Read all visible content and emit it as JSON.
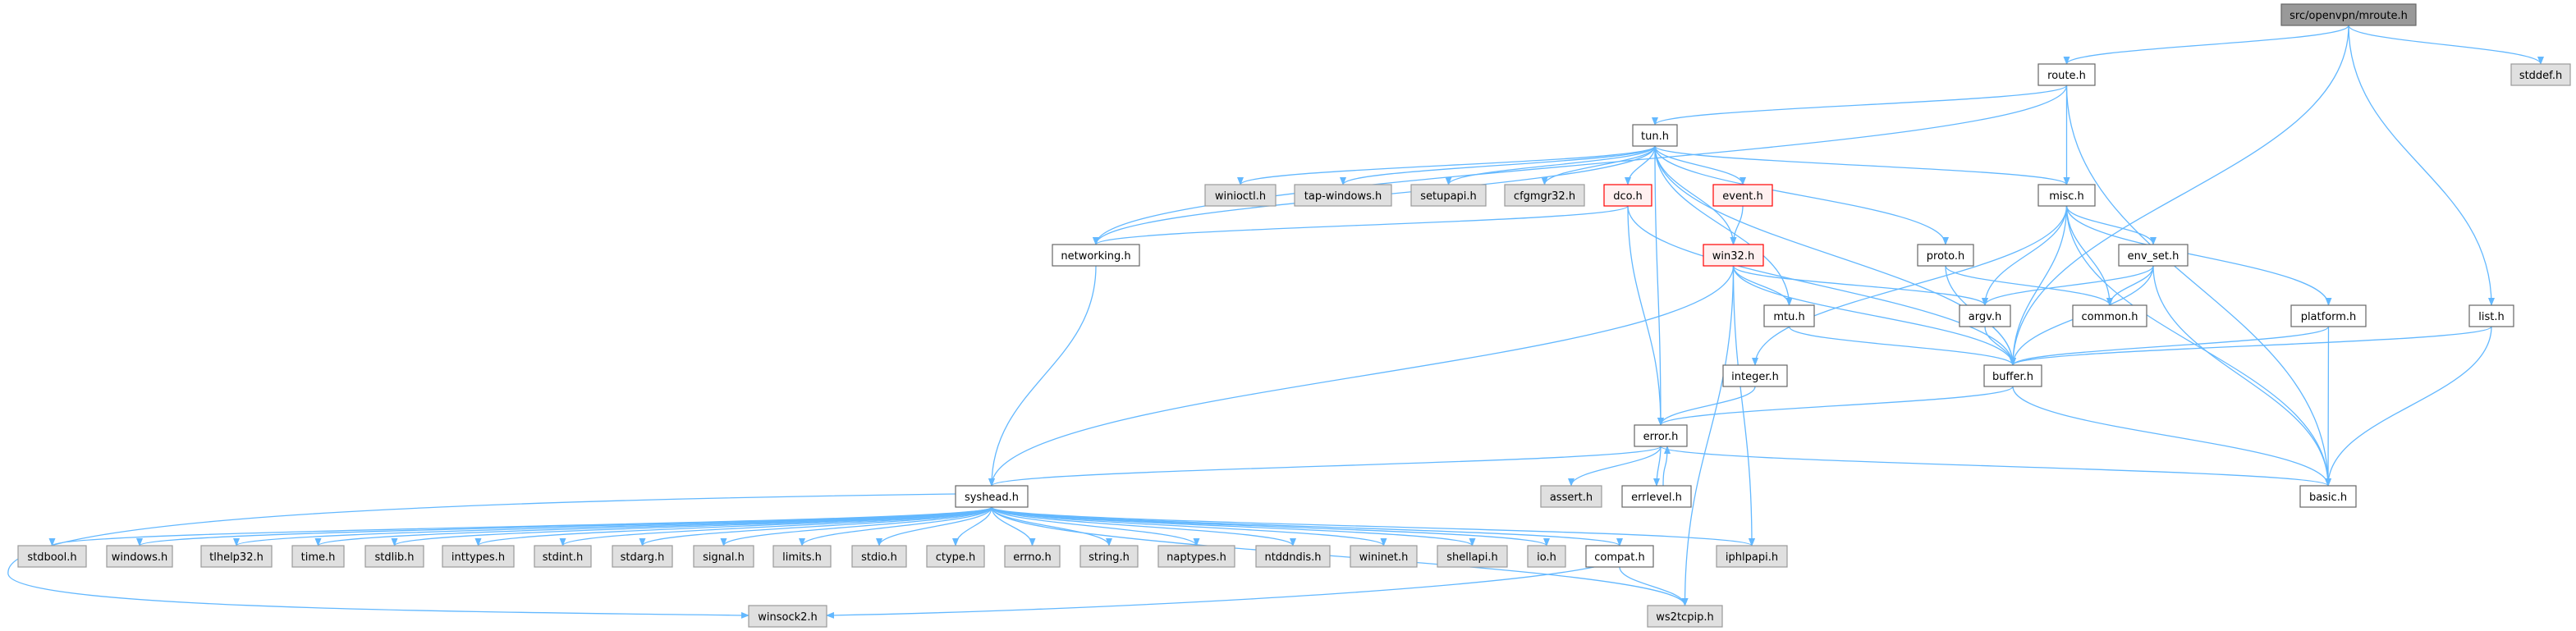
{
  "title": "src/openvpn/mroute.h",
  "colors": {
    "edge": "#63b8ff",
    "root_fill": "#999999",
    "external_fill": "#e0e0e0",
    "red_border": "#ff0000"
  },
  "nodes": [
    {
      "id": "mroute",
      "label": "src/openvpn/mroute.h",
      "style": "root"
    },
    {
      "id": "stddef",
      "label": "stddef.h",
      "style": "external"
    },
    {
      "id": "route",
      "label": "route.h",
      "style": "normal"
    },
    {
      "id": "tun",
      "label": "tun.h",
      "style": "normal"
    },
    {
      "id": "winioctl",
      "label": "winioctl.h",
      "style": "external"
    },
    {
      "id": "tapwindows",
      "label": "tap-windows.h",
      "style": "external"
    },
    {
      "id": "setupapi",
      "label": "setupapi.h",
      "style": "external"
    },
    {
      "id": "cfgmgr32",
      "label": "cfgmgr32.h",
      "style": "external"
    },
    {
      "id": "dco",
      "label": "dco.h",
      "style": "red"
    },
    {
      "id": "event",
      "label": "event.h",
      "style": "red"
    },
    {
      "id": "misc",
      "label": "misc.h",
      "style": "normal"
    },
    {
      "id": "networking",
      "label": "networking.h",
      "style": "normal"
    },
    {
      "id": "win32",
      "label": "win32.h",
      "style": "red"
    },
    {
      "id": "proto",
      "label": "proto.h",
      "style": "normal"
    },
    {
      "id": "envset",
      "label": "env_set.h",
      "style": "normal"
    },
    {
      "id": "mtu",
      "label": "mtu.h",
      "style": "normal"
    },
    {
      "id": "argv",
      "label": "argv.h",
      "style": "normal"
    },
    {
      "id": "common",
      "label": "common.h",
      "style": "normal"
    },
    {
      "id": "platform",
      "label": "platform.h",
      "style": "normal"
    },
    {
      "id": "list",
      "label": "list.h",
      "style": "normal"
    },
    {
      "id": "integer",
      "label": "integer.h",
      "style": "normal"
    },
    {
      "id": "buffer",
      "label": "buffer.h",
      "style": "normal"
    },
    {
      "id": "error",
      "label": "error.h",
      "style": "normal"
    },
    {
      "id": "syshead",
      "label": "syshead.h",
      "style": "normal"
    },
    {
      "id": "assert",
      "label": "assert.h",
      "style": "external"
    },
    {
      "id": "errlevel",
      "label": "errlevel.h",
      "style": "normal"
    },
    {
      "id": "basic",
      "label": "basic.h",
      "style": "normal"
    },
    {
      "id": "stdbool",
      "label": "stdbool.h",
      "style": "external"
    },
    {
      "id": "windows",
      "label": "windows.h",
      "style": "external"
    },
    {
      "id": "tlhelp32",
      "label": "tlhelp32.h",
      "style": "external"
    },
    {
      "id": "time",
      "label": "time.h",
      "style": "external"
    },
    {
      "id": "stdlib",
      "label": "stdlib.h",
      "style": "external"
    },
    {
      "id": "inttypes",
      "label": "inttypes.h",
      "style": "external"
    },
    {
      "id": "stdint",
      "label": "stdint.h",
      "style": "external"
    },
    {
      "id": "stdarg",
      "label": "stdarg.h",
      "style": "external"
    },
    {
      "id": "signal",
      "label": "signal.h",
      "style": "external"
    },
    {
      "id": "limits",
      "label": "limits.h",
      "style": "external"
    },
    {
      "id": "stdio",
      "label": "stdio.h",
      "style": "external"
    },
    {
      "id": "ctype",
      "label": "ctype.h",
      "style": "external"
    },
    {
      "id": "errno",
      "label": "errno.h",
      "style": "external"
    },
    {
      "id": "string",
      "label": "string.h",
      "style": "external"
    },
    {
      "id": "naptypes",
      "label": "naptypes.h",
      "style": "external"
    },
    {
      "id": "ntddndis",
      "label": "ntddndis.h",
      "style": "external"
    },
    {
      "id": "wininet",
      "label": "wininet.h",
      "style": "external"
    },
    {
      "id": "shellapi",
      "label": "shellapi.h",
      "style": "external"
    },
    {
      "id": "io",
      "label": "io.h",
      "style": "external"
    },
    {
      "id": "compat",
      "label": "compat.h",
      "style": "normal"
    },
    {
      "id": "iphlpapi",
      "label": "iphlpapi.h",
      "style": "external"
    },
    {
      "id": "winsock2",
      "label": "winsock2.h",
      "style": "external"
    },
    {
      "id": "ws2tcpip",
      "label": "ws2tcpip.h",
      "style": "external"
    }
  ],
  "edges": [
    [
      "mroute",
      "route"
    ],
    [
      "mroute",
      "buffer"
    ],
    [
      "mroute",
      "list"
    ],
    [
      "mroute",
      "stddef"
    ],
    [
      "route",
      "tun"
    ],
    [
      "route",
      "networking"
    ],
    [
      "route",
      "misc"
    ],
    [
      "route",
      "basic"
    ],
    [
      "tun",
      "winioctl"
    ],
    [
      "tun",
      "tapwindows"
    ],
    [
      "tun",
      "setupapi"
    ],
    [
      "tun",
      "cfgmgr32"
    ],
    [
      "tun",
      "dco"
    ],
    [
      "tun",
      "event"
    ],
    [
      "tun",
      "win32"
    ],
    [
      "tun",
      "networking"
    ],
    [
      "tun",
      "error"
    ],
    [
      "tun",
      "misc"
    ],
    [
      "tun",
      "mtu"
    ],
    [
      "tun",
      "proto"
    ],
    [
      "tun",
      "buffer"
    ],
    [
      "dco",
      "networking"
    ],
    [
      "dco",
      "error"
    ],
    [
      "dco",
      "buffer"
    ],
    [
      "event",
      "win32"
    ],
    [
      "win32",
      "syshead"
    ],
    [
      "win32",
      "mtu"
    ],
    [
      "win32",
      "argv"
    ],
    [
      "win32",
      "buffer"
    ],
    [
      "win32",
      "iphlpapi"
    ],
    [
      "win32",
      "ws2tcpip"
    ],
    [
      "misc",
      "integer"
    ],
    [
      "misc",
      "argv"
    ],
    [
      "misc",
      "buffer"
    ],
    [
      "misc",
      "common"
    ],
    [
      "misc",
      "envset"
    ],
    [
      "misc",
      "platform"
    ],
    [
      "misc",
      "basic"
    ],
    [
      "proto",
      "buffer"
    ],
    [
      "proto",
      "common"
    ],
    [
      "envset",
      "argv"
    ],
    [
      "envset",
      "common"
    ],
    [
      "envset",
      "buffer"
    ],
    [
      "envset",
      "basic"
    ],
    [
      "platform",
      "buffer"
    ],
    [
      "platform",
      "basic"
    ],
    [
      "list",
      "buffer"
    ],
    [
      "list",
      "basic"
    ],
    [
      "mtu",
      "buffer"
    ],
    [
      "argv",
      "buffer"
    ],
    [
      "integer",
      "error"
    ],
    [
      "buffer",
      "error"
    ],
    [
      "buffer",
      "basic"
    ],
    [
      "networking",
      "syshead"
    ],
    [
      "error",
      "syshead"
    ],
    [
      "error",
      "assert"
    ],
    [
      "error",
      "errlevel"
    ],
    [
      "error",
      "basic"
    ],
    [
      "errlevel",
      "error"
    ],
    [
      "syshead",
      "stdbool"
    ],
    [
      "syshead",
      "windows"
    ],
    [
      "syshead",
      "tlhelp32"
    ],
    [
      "syshead",
      "time"
    ],
    [
      "syshead",
      "stdlib"
    ],
    [
      "syshead",
      "inttypes"
    ],
    [
      "syshead",
      "stdint"
    ],
    [
      "syshead",
      "stdarg"
    ],
    [
      "syshead",
      "signal"
    ],
    [
      "syshead",
      "limits"
    ],
    [
      "syshead",
      "stdio"
    ],
    [
      "syshead",
      "ctype"
    ],
    [
      "syshead",
      "errno"
    ],
    [
      "syshead",
      "string"
    ],
    [
      "syshead",
      "naptypes"
    ],
    [
      "syshead",
      "ntddndis"
    ],
    [
      "syshead",
      "wininet"
    ],
    [
      "syshead",
      "shellapi"
    ],
    [
      "syshead",
      "io"
    ],
    [
      "syshead",
      "compat"
    ],
    [
      "syshead",
      "iphlpapi"
    ],
    [
      "syshead",
      "ws2tcpip"
    ],
    [
      "syshead",
      "winsock2"
    ],
    [
      "compat",
      "winsock2"
    ],
    [
      "compat",
      "ws2tcpip"
    ]
  ]
}
